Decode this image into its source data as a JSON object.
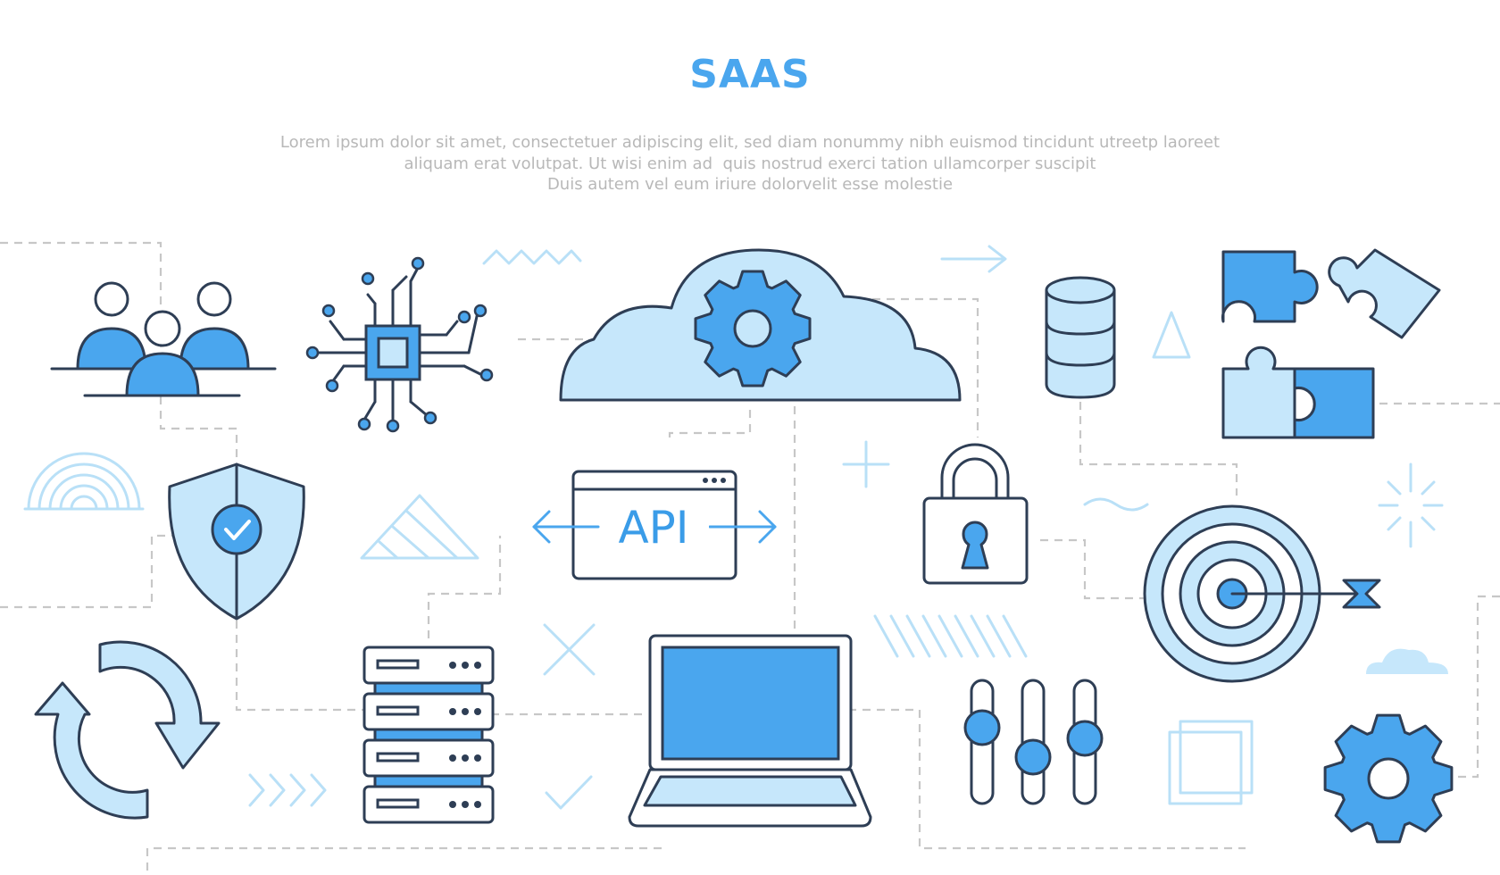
{
  "header": {
    "title": "SAAS",
    "description_lines": [
      "Lorem ipsum dolor sit amet, consectetuer adipiscing elit, sed diam nonummy nibh euismod tincidunt utreetp laoreet",
      "aliquam erat volutpat. Ut wisi enim ad  quis nostrud exerci tation ullamcorper suscipit",
      "Duis autem vel eum iriure dolorvelit esse molestie"
    ]
  },
  "api_window": {
    "label": "API"
  },
  "colors": {
    "primary_blue": "#4aa6ee",
    "light_blue": "#c6e7fb",
    "outline_navy": "#2e3e55",
    "connector_gray": "#c7c7c7",
    "decoration_pale_blue": "#b9e0f7",
    "description_gray": "#b8b8b8"
  },
  "icons": [
    "team-icon",
    "cpu-chip-icon",
    "cloud-gear-icon",
    "database-icon",
    "puzzle-icon",
    "shield-check-icon",
    "api-window-icon",
    "padlock-icon",
    "target-icon",
    "sync-arrows-icon",
    "server-rack-icon",
    "laptop-icon",
    "sliders-icon",
    "gear-icon"
  ]
}
